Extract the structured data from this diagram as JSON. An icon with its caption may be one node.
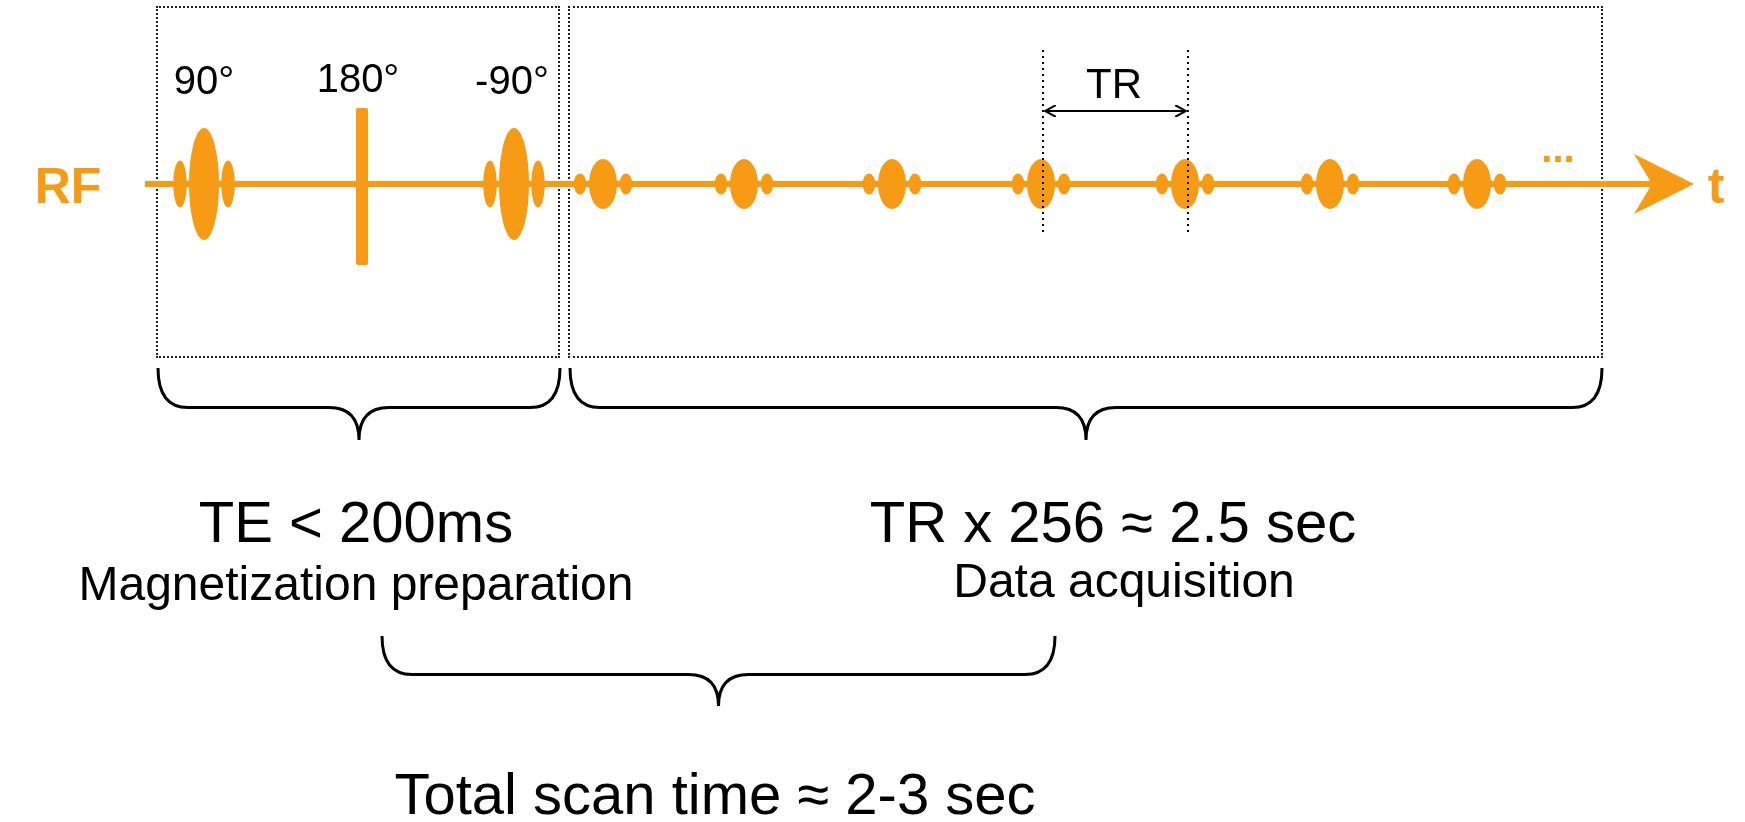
{
  "diagram": {
    "labels": [
      "90°",
      "180°",
      "-90°",
      "TR",
      "RF",
      "...",
      "t",
      "TE < 200ms",
      "TR x 256 ≈ 2.5 sec",
      "Magnetization preparation",
      "Data acquisition",
      "Total scan time ≈ 2-3 sec"
    ]
  }
}
